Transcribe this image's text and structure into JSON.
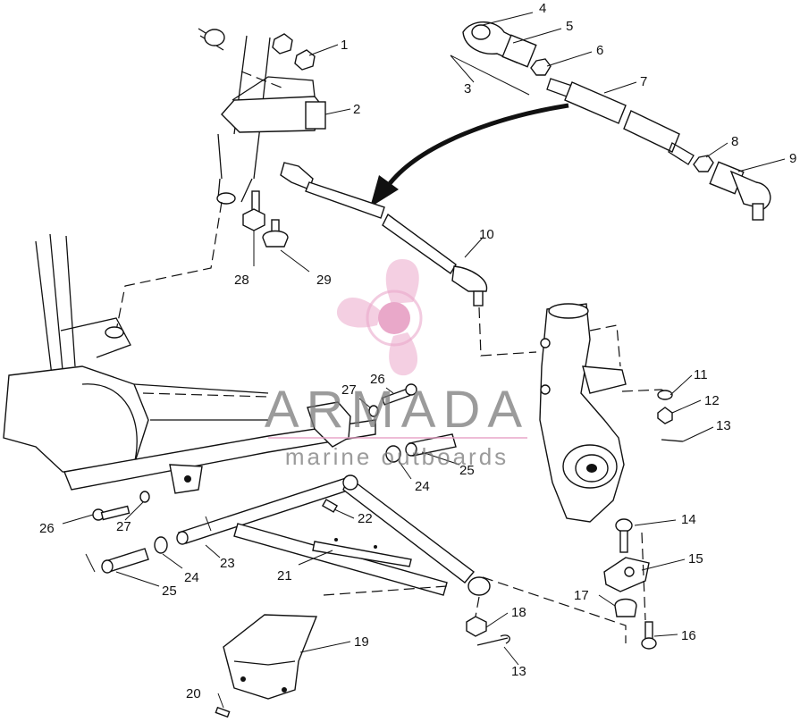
{
  "callouts": [
    "1",
    "2",
    "3",
    "4",
    "5",
    "6",
    "7",
    "8",
    "9",
    "10",
    "11",
    "12",
    "13",
    "14",
    "15",
    "16",
    "17",
    "18",
    "13",
    "19",
    "20",
    "21",
    "22",
    "23",
    "24",
    "25",
    "26",
    "27",
    "24",
    "25",
    "26",
    "27",
    "28",
    "29"
  ],
  "watermark": {
    "brand": "ARMADA",
    "tagline": "marine outboards",
    "logo_color": "#e79fc4",
    "text_color": "#7a7a7a"
  },
  "icons": [
    "propeller-logo-icon"
  ]
}
